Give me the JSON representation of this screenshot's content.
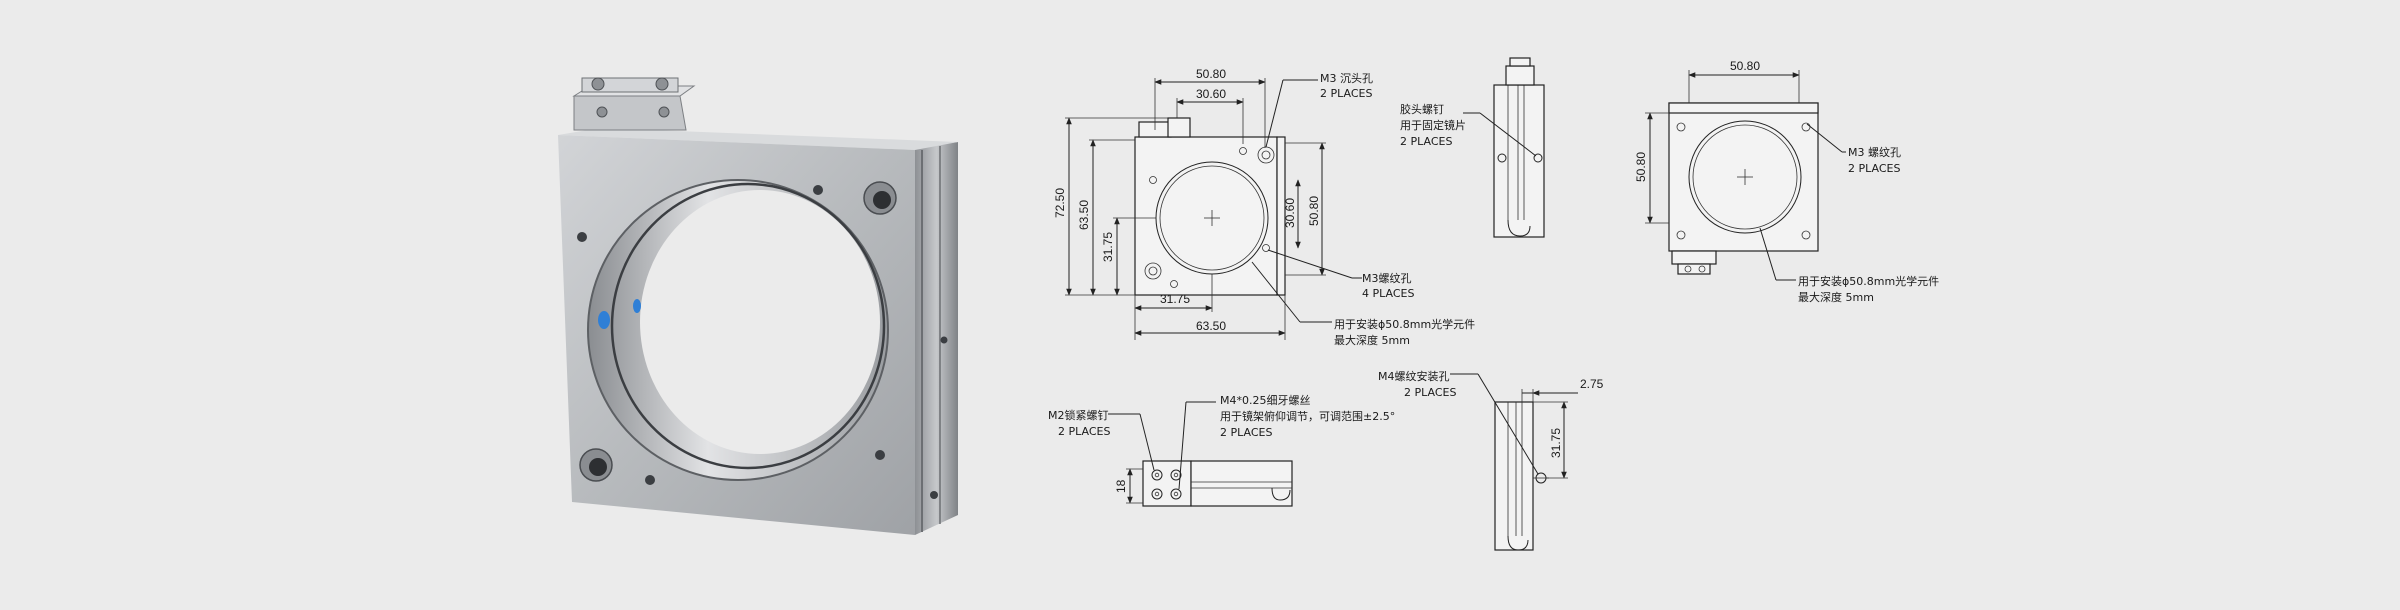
{
  "colors": {
    "background": "#ebebeb",
    "metal": "#bfc1c4",
    "accent_screw": "#2f7fd6",
    "line": "#222222"
  },
  "product_render": {
    "alt": "optical lens mount render"
  },
  "front_view": {
    "dim_top_outer": "50.80",
    "dim_top_inner": "30.60",
    "dim_left_outer": "72.50",
    "dim_left_mid": "63.50",
    "dim_left_inner": "31.75",
    "dim_right_inner": "30.60",
    "dim_right_outer": "50.80",
    "dim_bottom_inner": "31.75",
    "dim_bottom_outer": "63.50",
    "callout_counterbore": [
      "M3 沉头孔",
      "2 PLACES"
    ],
    "callout_thread": [
      "M3螺纹孔",
      "4  PLACES"
    ],
    "callout_optic": [
      "用于安装ϕ50.8mm光学元件",
      "最大深度 5mm"
    ]
  },
  "side_view": {
    "callout_glue_screw": [
      "胶头螺钉",
      "用于固定镜片",
      "2 PLACES"
    ]
  },
  "rear_view": {
    "dim_top": "50.80",
    "dim_left": "50.80",
    "callout_thread": [
      "M3 螺纹孔",
      "2 PLACES"
    ],
    "callout_optic": [
      "用于安装ϕ50.8mm光学元件",
      "最大深度 5mm"
    ]
  },
  "top_view": {
    "dim_height": "18",
    "callout_lock": [
      "M2锁紧螺钉",
      "2 PLACES"
    ],
    "callout_adjust": [
      "M4*0.25细牙螺丝",
      "用于镜架俯仰调节，可调范围±2.5°",
      "2 PLACES"
    ]
  },
  "bottom_side_view": {
    "dim_width": "2.75",
    "dim_height": "31.75",
    "callout_mount": [
      "M4螺纹安装孔",
      "2 PLACES"
    ]
  }
}
